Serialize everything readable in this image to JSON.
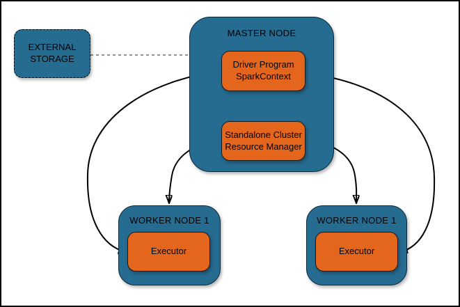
{
  "colors": {
    "node_fill_blue": "#266b90",
    "box_fill_orange": "#e4661d",
    "dashed_link_gray": "#8f8f8f",
    "background": "#ffffff"
  },
  "diagram": {
    "external_storage": {
      "label": "EXTERNAL\nSTORAGE"
    },
    "master_node": {
      "title": "MASTER NODE",
      "driver_program": {
        "label": "Driver Program\nSparkContext"
      },
      "resource_manager": {
        "label": "Standalone Cluster\nResource Manager"
      }
    },
    "worker_node_left": {
      "title": "WORKER NODE 1",
      "executor": {
        "label": "Executor"
      }
    },
    "worker_node_right": {
      "title": "WORKER NODE 1",
      "executor": {
        "label": "Executor"
      }
    }
  }
}
